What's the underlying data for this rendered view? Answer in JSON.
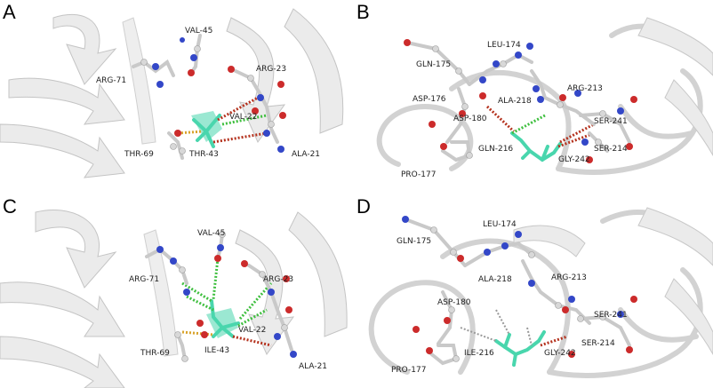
{
  "panels": [
    {
      "letter": "A",
      "labels": [
        "VAL-45",
        "ARG-71",
        "ARG-23",
        "VAL-22",
        "THR-69",
        "THR-43",
        "ALA-21"
      ]
    },
    {
      "letter": "B",
      "labels": [
        "LEU-174",
        "GLN-175",
        "ALA-218",
        "ARG-213",
        "ASP-176",
        "ASP-180",
        "SER-241",
        "GLN-216",
        "SER-214",
        "PRO-177",
        "GLY-242"
      ]
    },
    {
      "letter": "C",
      "labels": [
        "VAL-45",
        "ARG-71",
        "ARG-23",
        "VAL-22",
        "THR-69",
        "ILE-43",
        "ALA-21"
      ]
    },
    {
      "letter": "D",
      "labels": [
        "LEU-174",
        "GLN-175",
        "ALA-218",
        "ARG-213",
        "ASP-180",
        "SER-241",
        "SER-214",
        "PRO-177",
        "ILE-216",
        "GLY-242"
      ]
    }
  ],
  "colors": {
    "ribbon": "#e9e9e9",
    "ribbon_edge": "#bdbdbd",
    "carbon": "#c9c9c9",
    "nitrogen": "#3347c8",
    "oxygen": "#cc2b2b",
    "ligand": "#49d6ad",
    "hbond_green": "#3fbf3f",
    "hbond_red": "#b4321e",
    "hbond_orange": "#d8a229"
  }
}
